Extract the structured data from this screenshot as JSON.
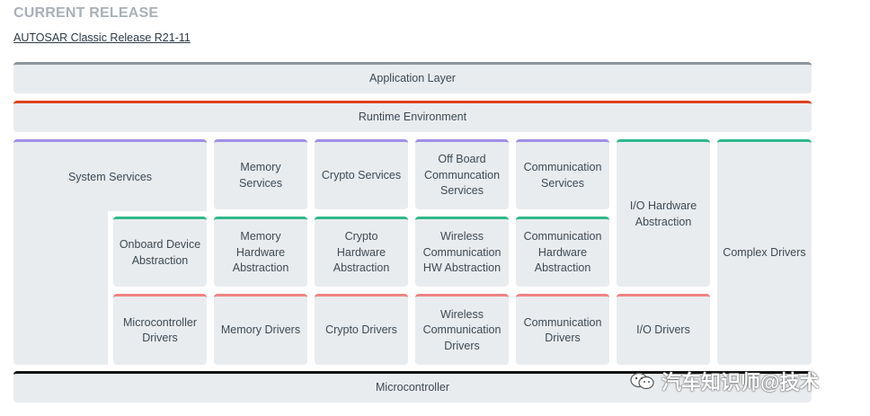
{
  "header": {
    "title": "CURRENT RELEASE",
    "release_link": "AUTOSAR Classic Release R21-11"
  },
  "layers": {
    "application": "Application Layer",
    "runtime": "Runtime Environment",
    "microcontroller": "Microcontroller"
  },
  "services": {
    "system": "System Services",
    "memory": "Memory\nServices",
    "crypto": "Crypto Services",
    "offboard": "Off Board\nCommuncation\nServices",
    "communication": "Communication\nServices"
  },
  "abstraction": {
    "onboard": "Onboard Device\nAbstraction",
    "memory": "Memory\nHardware\nAbstraction",
    "crypto": "Crypto\nHardware\nAbstraction",
    "wireless": "Wireless\nCommunication\nHW Abstraction",
    "communication": "Communication\nHardware\nAbstraction",
    "io": "I/O Hardware\nAbstraction"
  },
  "drivers": {
    "microcontroller": "Microcontroller\nDrivers",
    "memory": "Memory Drivers",
    "crypto": "Crypto Drivers",
    "wireless": "Wireless\nCommunication\nDrivers",
    "communication": "Communication\nDrivers",
    "io": "I/O Drivers"
  },
  "complex": "Complex Drivers",
  "watermark": "汽车知识师@技术",
  "colors": {
    "application": "#8d959c",
    "runtime": "#e0421e",
    "services": "#a08fe8",
    "abstraction": "#2eb88a",
    "drivers": "#ee8383",
    "microcontroller": "#111111",
    "block_bg": "#e9ecef"
  }
}
